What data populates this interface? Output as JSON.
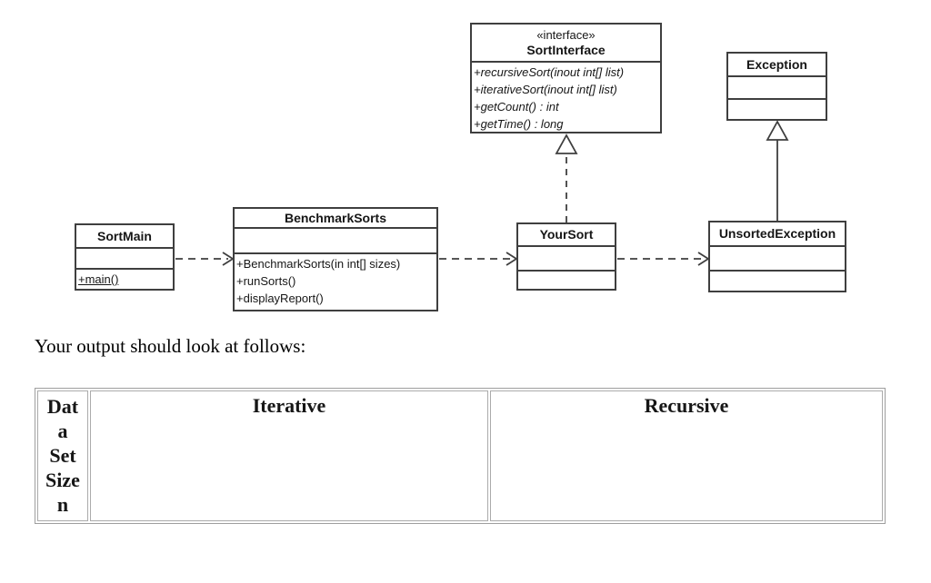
{
  "diagram": {
    "sort_interface": {
      "stereotype": "«interface»",
      "name": "SortInterface",
      "methods": [
        "+recursiveSort(inout int[] list)",
        "+iterativeSort(inout int[] list)",
        "+getCount() : int",
        "+getTime() : long"
      ]
    },
    "exception": {
      "name": "Exception"
    },
    "sort_main": {
      "name": "SortMain",
      "methods": [
        "+main()"
      ]
    },
    "benchmark_sorts": {
      "name": "BenchmarkSorts",
      "methods": [
        "+BenchmarkSorts(in int[] sizes)",
        "+runSorts()",
        "+displayReport()"
      ]
    },
    "your_sort": {
      "name": "YourSort"
    },
    "unsorted_exception": {
      "name": "UnsortedException"
    }
  },
  "caption": {
    "text": "Your output should look at follows:"
  },
  "output_table": {
    "col1_header": "Dat\na\nSet\nSize\nn",
    "col2_header": "Iterative",
    "col3_header": "Recursive"
  },
  "colors": {
    "diagram_line": "#3f3f3f",
    "table_border": "#9e9e9e"
  }
}
